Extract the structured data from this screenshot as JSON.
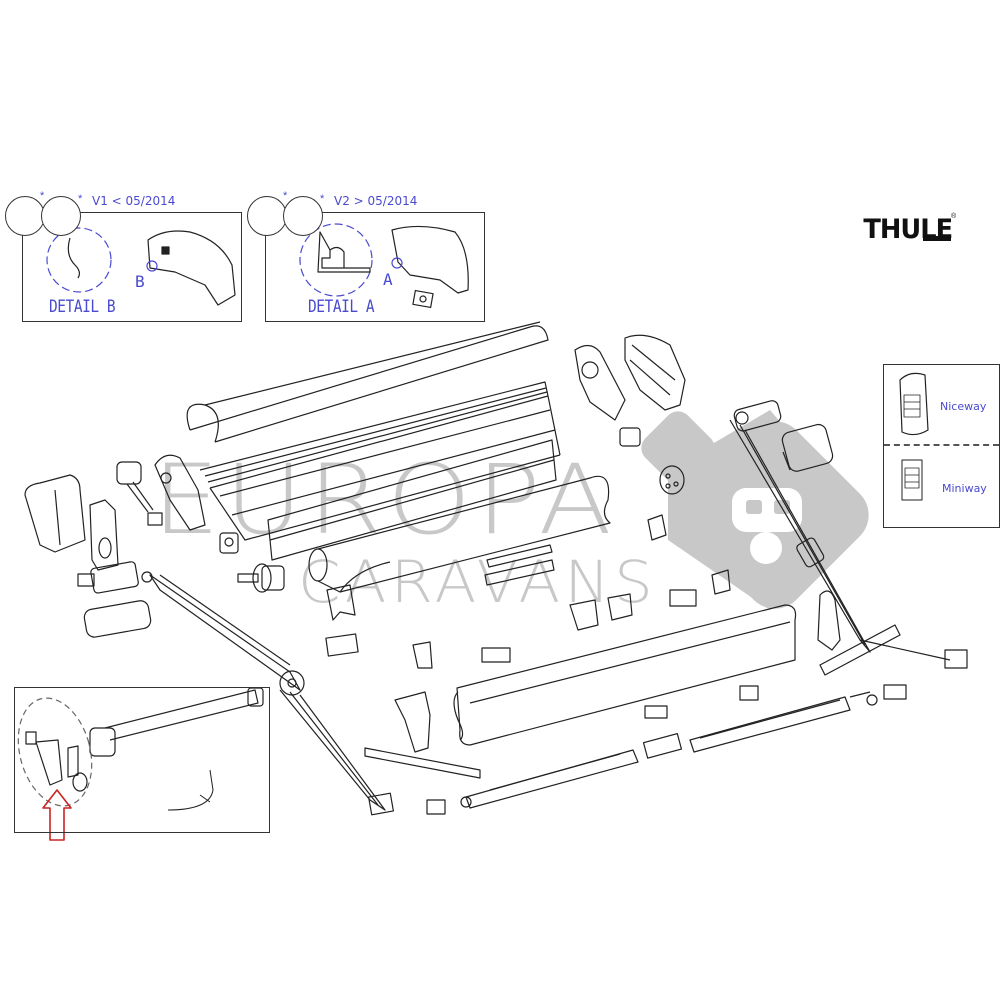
{
  "brand": {
    "logo_text": "THULE",
    "registered_mark": "®",
    "color": "#111111"
  },
  "watermark": {
    "line1": "EUROPA",
    "line2": "CARAVANS",
    "color": "#c8c8c8",
    "icon": "caravan-badge-icon"
  },
  "detail_panels": [
    {
      "version_marker": "*",
      "version_label": "V1 < 05/2014",
      "detail_caption": "DETAIL B",
      "detail_letter": "B"
    },
    {
      "version_marker": "*",
      "version_label": "V2 > 05/2014",
      "detail_caption": "DETAIL A",
      "detail_letter": "A"
    }
  ],
  "remote_controls": [
    {
      "label": "Niceway",
      "icon": "remote-curved-icon"
    },
    {
      "label": "Miniway",
      "icon": "remote-flat-icon"
    }
  ],
  "motor_inset": {
    "highlight_arrow": "up-arrow-icon",
    "arrow_color": "#cc2222"
  },
  "colors": {
    "line": "#222222",
    "annotation_blue": "#4a4ad0",
    "background": "#ffffff"
  }
}
